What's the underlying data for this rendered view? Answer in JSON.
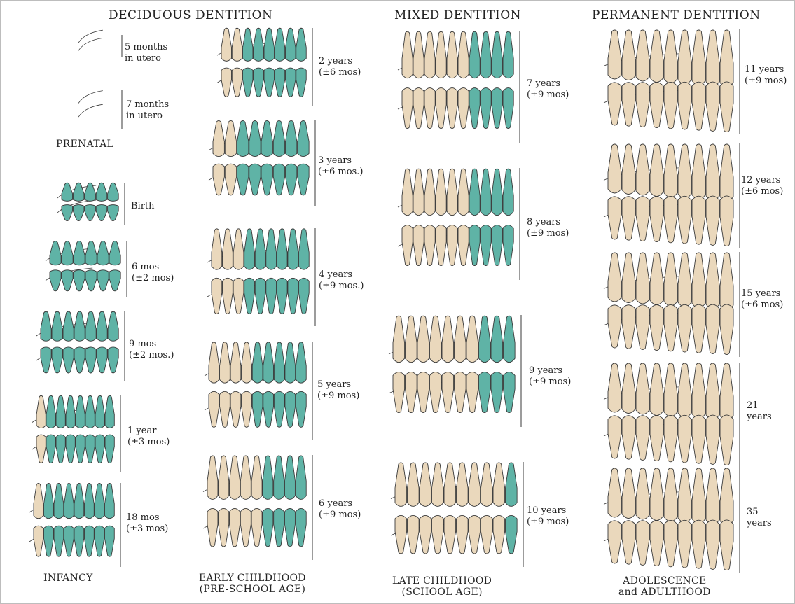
{
  "headers": {
    "deciduous": "DECIDUOUS DENTITION",
    "mixed": "MIXED DENTITION",
    "permanent": "PERMANENT DENTITION"
  },
  "stages": [
    {
      "line1": "PRENATAL",
      "line2": ""
    },
    {
      "line1": "INFANCY",
      "line2": ""
    },
    {
      "line1": "EARLY CHILDHOOD",
      "line2": "(PRE-SCHOOL AGE)"
    },
    {
      "line1": "LATE CHILDHOOD",
      "line2": "(SCHOOL AGE)"
    },
    {
      "line1": "ADOLESCENCE",
      "line2": "and ADULTHOOD"
    }
  ],
  "ages": [
    {
      "line1": "5 months",
      "line2": "in utero"
    },
    {
      "line1": "7 months",
      "line2": "in utero"
    },
    {
      "line1": "Birth",
      "line2": ""
    },
    {
      "line1": "6 mos",
      "line2": "(±2 mos)"
    },
    {
      "line1": "9 mos",
      "line2": "(±2 mos.)"
    },
    {
      "line1": "1 year",
      "line2": "(±3 mos)"
    },
    {
      "line1": "18 mos",
      "line2": "(±3 mos)"
    },
    {
      "line1": "2 years",
      "line2": "(±6 mos)"
    },
    {
      "line1": "3 years",
      "line2": "(±6 mos.)"
    },
    {
      "line1": "4 years",
      "line2": "(±9 mos.)"
    },
    {
      "line1": "5 years",
      "line2": "(±9 mos)"
    },
    {
      "line1": "6 years",
      "line2": "(±9 mos)"
    },
    {
      "line1": "7 years",
      "line2": "(±9 mos)"
    },
    {
      "line1": "8 years",
      "line2": "(±9 mos)"
    },
    {
      "line1": "9 years",
      "line2": "(±9 mos)"
    },
    {
      "line1": "10 years",
      "line2": "(±9 mos)"
    },
    {
      "line1": "11 years",
      "line2": "(±9 mos)"
    },
    {
      "line1": "12 years",
      "line2": "(±6 mos)"
    },
    {
      "line1": "15 years",
      "line2": "(±6 mos)"
    },
    {
      "line1": "21",
      "line2": "years"
    },
    {
      "line1": "35",
      "line2": "years"
    }
  ],
  "colors": {
    "deciduous_tooth": "#5fb3a6",
    "permanent_tooth": "#ead8bc",
    "outline": "#3a3a3a"
  }
}
